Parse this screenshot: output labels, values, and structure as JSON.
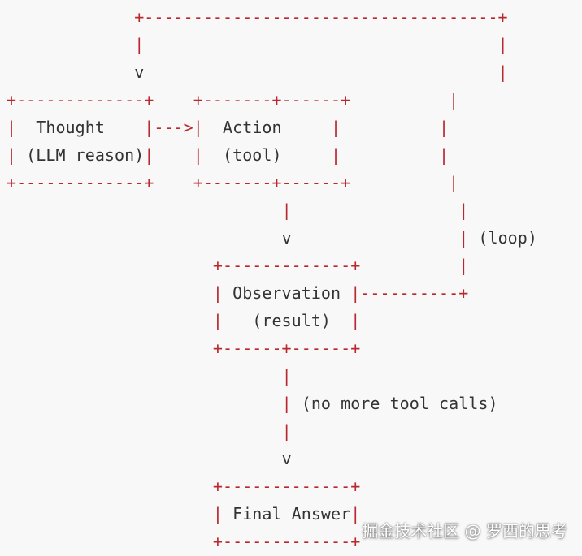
{
  "lines": [
    [
      {
        "t": "             ",
        "c": 0
      },
      {
        "t": "+------------------------------------+",
        "c": 1
      }
    ],
    [
      {
        "t": "             ",
        "c": 0
      },
      {
        "t": "|",
        "c": 1
      },
      {
        "t": "                                    ",
        "c": 0
      },
      {
        "t": "|",
        "c": 1
      }
    ],
    [
      {
        "t": "             ",
        "c": 0
      },
      {
        "t": "v",
        "c": 0
      },
      {
        "t": "                                    ",
        "c": 0
      },
      {
        "t": "|",
        "c": 1
      }
    ],
    [
      {
        "t": "+-------------+",
        "c": 1
      },
      {
        "t": "    ",
        "c": 0
      },
      {
        "t": "+-------+------+",
        "c": 1
      },
      {
        "t": "          ",
        "c": 0
      },
      {
        "t": "|",
        "c": 1
      }
    ],
    [
      {
        "t": "|",
        "c": 1
      },
      {
        "t": "  Thought    ",
        "c": 0
      },
      {
        "t": "|--->|",
        "c": 1
      },
      {
        "t": "  Action     ",
        "c": 0
      },
      {
        "t": "|",
        "c": 1
      },
      {
        "t": "          ",
        "c": 0
      },
      {
        "t": "|",
        "c": 1
      }
    ],
    [
      {
        "t": "|",
        "c": 1
      },
      {
        "t": " (LLM reason)",
        "c": 0
      },
      {
        "t": "|",
        "c": 1
      },
      {
        "t": "    ",
        "c": 0
      },
      {
        "t": "|",
        "c": 1
      },
      {
        "t": "  (tool)     ",
        "c": 0
      },
      {
        "t": "|",
        "c": 1
      },
      {
        "t": "          ",
        "c": 0
      },
      {
        "t": "|",
        "c": 1
      }
    ],
    [
      {
        "t": "+-------------+",
        "c": 1
      },
      {
        "t": "    ",
        "c": 0
      },
      {
        "t": "+-------+------+",
        "c": 1
      },
      {
        "t": "          ",
        "c": 0
      },
      {
        "t": "|",
        "c": 1
      }
    ],
    [
      {
        "t": "                            ",
        "c": 0
      },
      {
        "t": "|",
        "c": 1
      },
      {
        "t": "                 ",
        "c": 0
      },
      {
        "t": "|",
        "c": 1
      }
    ],
    [
      {
        "t": "                            ",
        "c": 0
      },
      {
        "t": "v",
        "c": 0
      },
      {
        "t": "                 ",
        "c": 0
      },
      {
        "t": "|",
        "c": 1
      },
      {
        "t": " (loop)",
        "c": 0
      }
    ],
    [
      {
        "t": "                     ",
        "c": 0
      },
      {
        "t": "+-------------+",
        "c": 1
      },
      {
        "t": "          ",
        "c": 0
      },
      {
        "t": "|",
        "c": 1
      }
    ],
    [
      {
        "t": "                     ",
        "c": 0
      },
      {
        "t": "|",
        "c": 1
      },
      {
        "t": " Observation ",
        "c": 0
      },
      {
        "t": "|----------+",
        "c": 1
      }
    ],
    [
      {
        "t": "                     ",
        "c": 0
      },
      {
        "t": "|",
        "c": 1
      },
      {
        "t": "   (result)  ",
        "c": 0
      },
      {
        "t": "|",
        "c": 1
      }
    ],
    [
      {
        "t": "                     ",
        "c": 0
      },
      {
        "t": "+------+------+",
        "c": 1
      }
    ],
    [
      {
        "t": "                            ",
        "c": 0
      },
      {
        "t": "|",
        "c": 1
      }
    ],
    [
      {
        "t": "                            ",
        "c": 0
      },
      {
        "t": "|",
        "c": 1
      },
      {
        "t": " (no more tool calls)",
        "c": 0
      }
    ],
    [
      {
        "t": "                            ",
        "c": 0
      },
      {
        "t": "|",
        "c": 1
      }
    ],
    [
      {
        "t": "                            ",
        "c": 0
      },
      {
        "t": "v",
        "c": 0
      }
    ],
    [
      {
        "t": "                     ",
        "c": 0
      },
      {
        "t": "+-------------+",
        "c": 1
      }
    ],
    [
      {
        "t": "                     ",
        "c": 0
      },
      {
        "t": "|",
        "c": 1
      },
      {
        "t": " Final Answer",
        "c": 0
      },
      {
        "t": "|",
        "c": 1
      }
    ],
    [
      {
        "t": "                     ",
        "c": 0
      },
      {
        "t": "+-------------+",
        "c": 1
      }
    ]
  ],
  "watermark": "掘金技术社区 @ 罗西的思考",
  "colors": {
    "background": "#f8f8f8",
    "punctuation": "#b8282e",
    "text": "#333333"
  }
}
